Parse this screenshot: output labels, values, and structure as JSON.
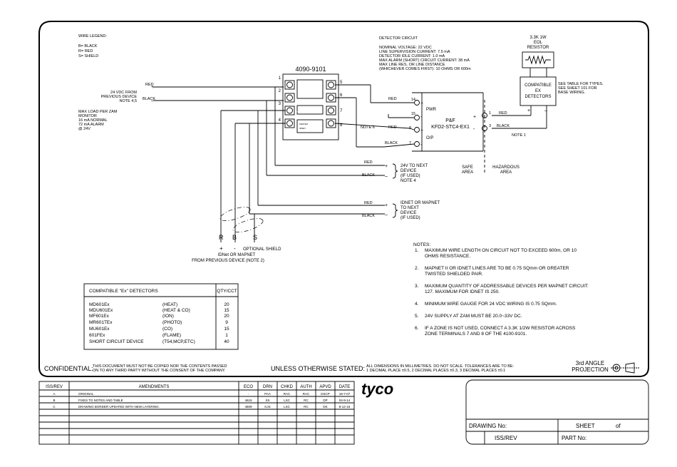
{
  "wire_legend": {
    "title": "WIRE LEGEND:",
    "items": [
      "B= BLACK",
      "R= RED",
      "S= SHIELD"
    ]
  },
  "supply": {
    "from": [
      "24 VDC FROM",
      "PREVIOUS DEVICE",
      "NOTE 4,5"
    ],
    "red": "RED",
    "black": "BLACK",
    "max_load": [
      "MAX LOAD PER ZAM",
      "MONITOR",
      "16 mA NORMAL",
      "72 mA ALARM",
      "@ 24V"
    ]
  },
  "zam": {
    "part": "4090-9101",
    "left_terminals": [
      "1",
      "2",
      "3",
      "4"
    ],
    "right_terminals": [
      "5",
      "6",
      "7",
      "8"
    ],
    "label1": "SIMPLEX",
    "label2": "SIMPLEX THE ADDRESSABLE ZAM",
    "label3": "MAPNET",
    "label4": "IDNET"
  },
  "detector_circuit": {
    "title": "DETECTOR CIRCUIT",
    "lines": [
      "NOMINAL VOLTAGE: 22 VDC",
      "LINE SUPERVISION CURRENT: 7.5 mA",
      "DETECTOR IDLE CURRENT: 1.0 mA",
      "MAX ALARM (SHORT) CIRCUIT CURRENT: 38 mA",
      "MAX LINE RES. OR LINE DISTANCE",
      "(WHICHEVER COMES FIRST): 10 OHMS OR 600m"
    ]
  },
  "eol": {
    "lines": [
      "3.3K 1W",
      "EOL",
      "RESISTOR"
    ]
  },
  "compatible_box": {
    "lines": [
      "COMPATIBLE",
      "EX",
      "DETECTORS"
    ],
    "note": [
      "SEE TABLE FOR TYPES.",
      "SEE SHEET 101 FOR",
      "BASE WIRING."
    ]
  },
  "barrier": {
    "name": "P&F",
    "model": "KFD2-STC4-EX1",
    "pwr": "PWR",
    "op": "O/P",
    "terminals_left": [
      "14",
      "15",
      "8",
      "7"
    ],
    "terminals_right": [
      "1",
      "3"
    ],
    "plus": "+",
    "minus": "-",
    "note1": "NOTE 1"
  },
  "wires": {
    "red": "RED",
    "black": "BLACK",
    "note6": "NOTE 6"
  },
  "next24": [
    "24V TO NEXT",
    "DEVICE",
    "(IF USED)",
    "NOTE 4"
  ],
  "nextidnet": [
    "IDNET OR MAPNET",
    "TO NEXT",
    "DEVICE",
    "(IF USED)"
  ],
  "areas": {
    "safe": [
      "SAFE",
      "AREA"
    ],
    "hazardous": [
      "HAZARDOUS",
      "AREA"
    ]
  },
  "loop_in": {
    "letters": [
      "R",
      "B",
      "S"
    ],
    "signs": [
      "+",
      "-"
    ],
    "shield": "OPTIONAL SHIELD",
    "caption": [
      "IDNet OR MAPNET",
      "FROM PREVIOUS DEVICE (NOTE 2)"
    ]
  },
  "notes": {
    "title": "NOTES:",
    "items": [
      {
        "n": "1.",
        "lines": [
          "MAXIMUM WIRE LENGTH ON CIRCUIT NOT TO EXCEED 600m, OR 10",
          "OHMS RESISTANCE."
        ]
      },
      {
        "n": "2.",
        "lines": [
          "MAPNET II OR IDNET LINES ARE TO BE 0.75 SQmm OR GREATER",
          "TWISTED SHIELDED PAIR."
        ]
      },
      {
        "n": "3.",
        "lines": [
          "MAXIMUM QUANTITY OF ADDRESSABLE DEVICES PER MAPNET CIRCUIT:",
          "127. MAXIMUM FOR IDNET IS 250."
        ]
      },
      {
        "n": "4.",
        "lines": [
          "MINIMUM WIRE GAUGE FOR 24 VDC WIRING IS 0.75 SQmm."
        ]
      },
      {
        "n": "5.",
        "lines": [
          "24V SUPPLY AT ZAM MUST BE 20.0~33V DC."
        ]
      },
      {
        "n": "6.",
        "lines": [
          "IF A ZONE IS NOT USED, CONNECT A 3.3K 1/2W RESISTOR ACROSS",
          "ZONE TERMINALS 7 AND 8 OF THE 4100-9101."
        ]
      }
    ]
  },
  "detector_table": {
    "header": "COMPATIBLE \"Ex\" DETECTORS",
    "qty_header": "QTY/CCT",
    "rows": [
      {
        "model": "MD601Ex",
        "type": "(HEAT)",
        "qty": "20"
      },
      {
        "model": "MDU601Ex",
        "type": "(HEAT & CO)",
        "qty": "15"
      },
      {
        "model": "MF601Ex",
        "type": "(ION)",
        "qty": "20"
      },
      {
        "model": "MR601TEx",
        "type": "(PHOTO)",
        "qty": "9"
      },
      {
        "model": "MU601Ex",
        "type": "(CO)",
        "qty": "15"
      },
      {
        "model": "601FEx",
        "type": "(FLAME)",
        "qty": "1"
      },
      {
        "model": "SHORT CIRCUIT DEVICE",
        "type": "(T54,MCP,ETC)",
        "qty": "40"
      }
    ]
  },
  "footer": {
    "confidential_label": "CONFIDENTIAL:",
    "confidential_text": [
      "THIS DOCUMENT MUST NOT BE COPIED NOR THE CONTENTS PASSED",
      "ON TO ANY THIRD PARTY WITHOUT THE CONSENT OF THE COMPANY."
    ],
    "unless": "UNLESS OTHERWISE STATED:",
    "tolerances": [
      "ALL DIMENSIONS IN MILLIMETRES. DO NOT SCALE. TOLERANCES ARE TO BE:",
      "1 DECIMAL PLACE ±0.5, 2 DECIMAL PLACES ±0.3, 3 DECIMAL PLACES ±0.1"
    ],
    "projection": [
      "3rd ANGLE",
      "PROJECTION"
    ]
  },
  "amendments": {
    "headers": [
      "ISS/REV",
      "AMENDMENTS",
      "ECO",
      "DRN",
      "CHKD",
      "AUTH",
      "APVD",
      "DATE"
    ],
    "rows": [
      [
        "A",
        "ORIGINAL",
        "-",
        "PAA",
        "RAC",
        "RAC",
        "DSCP",
        "18-7-07"
      ],
      [
        "B",
        "FIXES TO NOTES AND TABLE",
        "4615",
        "SS",
        "LSC",
        "RC",
        "DP",
        "04-9-14"
      ],
      [
        "C",
        "DRAWING BORDER UPDATED WITH NEW LAYERING.",
        "4809",
        "KJS",
        "LSC",
        "RC",
        "DK",
        "8-12-15"
      ],
      [
        "",
        "",
        "",
        "",
        "",
        "",
        "",
        ""
      ],
      [
        "",
        "",
        "",
        "",
        "",
        "",
        "",
        ""
      ],
      [
        "",
        "",
        "",
        "",
        "",
        "",
        "",
        ""
      ]
    ]
  },
  "logo": "tyco",
  "titleblock": {
    "drawing_no": "DRAWING No:",
    "sheet": "SHEET",
    "of": "of",
    "iss_rev": "ISS/REV",
    "part_no": "PART No:"
  }
}
